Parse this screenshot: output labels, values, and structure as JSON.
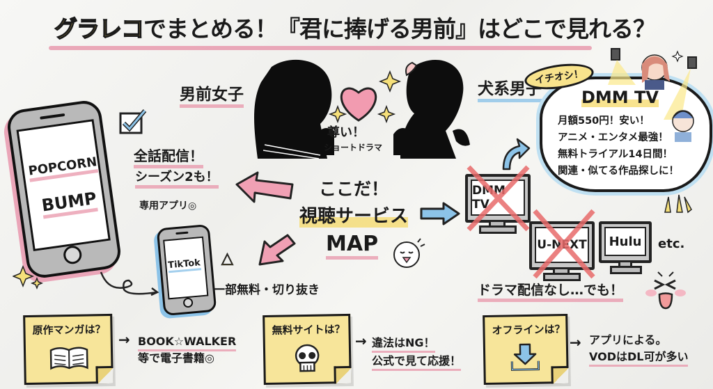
{
  "title": {
    "highlight": "グラレコ",
    "rest": "でまとめる！『君に捧げる男前』はどこで見れる？"
  },
  "characters": {
    "left_label": "男前女子",
    "right_label": "犬系男子",
    "center_line1": "尊い！",
    "center_line2": "ショートドラマ"
  },
  "popcorn_phone": {
    "line1": "POPCORN",
    "line2": "BUMP"
  },
  "popcorn_notes": {
    "line1": "全話配信！",
    "line2": "シーズン2も！",
    "line3": "専用アプリ◎"
  },
  "tiktok": {
    "label": "TikTok",
    "note": "一部無料・切り抜き",
    "mark": "△"
  },
  "center_map": {
    "line1": "ここだ！",
    "line2": "視聴サービス",
    "line3": "MAP"
  },
  "recommend": {
    "tag": "イチオシ！",
    "name": "DMM TV",
    "points": [
      "月額550円！安い！",
      "アニメ・エンタメ最強！",
      "無料トライアル14日間！",
      "関連・似てる作品探しに！"
    ]
  },
  "tvs": [
    {
      "label": "DMM TV",
      "crossed": true
    },
    {
      "label": "U-NEXT",
      "crossed": true
    },
    {
      "label": "Hulu",
      "crossed": false
    }
  ],
  "tvs_etc": "etc.",
  "no_drama": "ドラマ配信なし…でも！",
  "colors": {
    "pink": "#e89aae",
    "blue": "#8cc3e8",
    "yellow": "#f4d45a",
    "note": "#f7e59a",
    "cross": "#e86a6a"
  },
  "faq": [
    {
      "question": "原作マンガは？",
      "icon": "open-book-icon",
      "answer_line1": "BOOK☆WALKER",
      "answer_line2": "等で電子書籍◎"
    },
    {
      "question": "無料サイトは？",
      "icon": "skull-icon",
      "answer_line1": "違法はNG！",
      "answer_line2": "公式で見て応援！"
    },
    {
      "question": "オフラインは？",
      "icon": "download-icon",
      "answer_line1": "アプリによる。",
      "answer_line2": "VODはDL可が多い"
    }
  ],
  "arrow_glyph": "→"
}
